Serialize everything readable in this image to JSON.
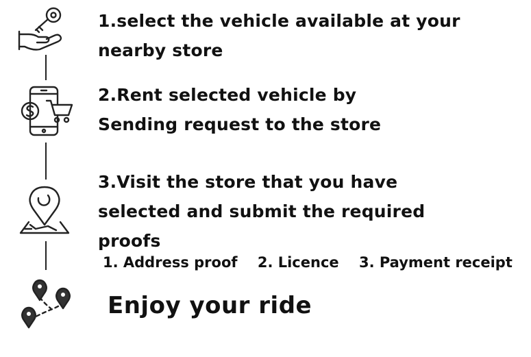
{
  "steps": [
    {
      "line1": "1.select the vehicle available at your",
      "line2": "nearby store",
      "icon": "hand-holding-key-icon"
    },
    {
      "line1": "2.Rent selected vehicle by",
      "line2": "Sending request to the store",
      "icon": "phone-payment-cart-icon"
    },
    {
      "line1": "3.Visit the store that you have",
      "line2": "selected and submit the required",
      "line3": "proofs",
      "icon": "map-pin-icon"
    }
  ],
  "proofs": [
    "1. Address proof",
    "2. Licence",
    "3. Payment receipt"
  ],
  "final": {
    "text": "Enjoy your ride",
    "icon": "route-pins-icon"
  }
}
